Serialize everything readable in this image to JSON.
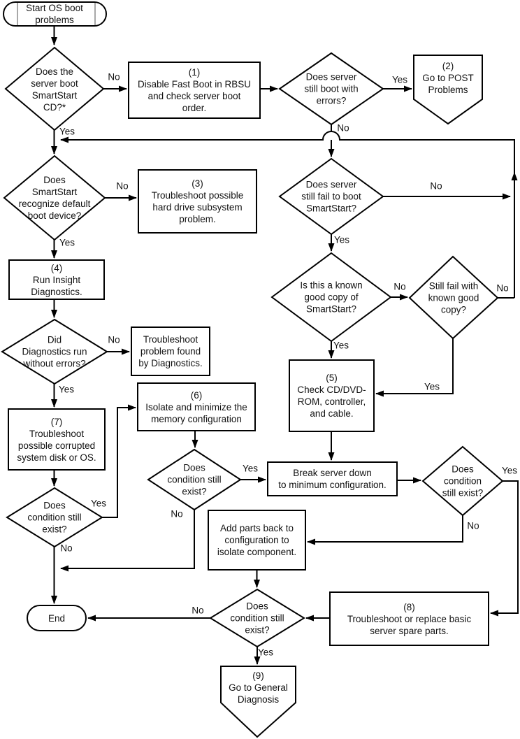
{
  "figure": {
    "kind": "flowchart",
    "topic": "OS boot problems troubleshooting",
    "background_color": "#ffffff",
    "line_color": "#000000",
    "text_color": "#111111"
  },
  "nodes": [
    {
      "id": "start",
      "type": "terminator",
      "label": "Start OS boot\nproblems"
    },
    {
      "id": "q-boot-smartstart-cd",
      "type": "decision",
      "label": "Does the\nserver boot\nSmartStart\nCD?*"
    },
    {
      "id": "step-1",
      "type": "process",
      "num": "(1)",
      "label": "Disable Fast Boot in RBSU\nand check server boot\norder."
    },
    {
      "id": "q-still-boot-errors",
      "type": "decision",
      "label": "Does server\nstill boot with\nerrors?"
    },
    {
      "id": "step-2",
      "type": "offpage",
      "num": "(2)",
      "label": "Go to POST\nProblems"
    },
    {
      "id": "q-recognize-default-boot",
      "type": "decision",
      "label": "Does\nSmartStart\nrecognize default\nboot device?"
    },
    {
      "id": "step-3",
      "type": "process",
      "num": "(3)",
      "label": "Troubleshoot possible\nhard drive subsystem\nproblem."
    },
    {
      "id": "step-4",
      "type": "process",
      "num": "(4)",
      "label": "Run Insight\nDiagnostics."
    },
    {
      "id": "q-diagnostics-without-errors",
      "type": "decision",
      "label": "Did\nDiagnostics run\nwithout errors?"
    },
    {
      "id": "troubleshoot-diagnostics",
      "type": "process",
      "label": "Troubleshoot\nproblem found\nby Diagnostics."
    },
    {
      "id": "step-7",
      "type": "process",
      "num": "(7)",
      "label": "Troubleshoot\npossible corrupted\nsystem disk or OS."
    },
    {
      "id": "q-condition-exist-left",
      "type": "decision",
      "label": "Does\ncondition still\nexist?"
    },
    {
      "id": "step-6",
      "type": "process",
      "num": "(6)",
      "label": "Isolate and minimize the\nmemory configuration"
    },
    {
      "id": "q-condition-exist-mid",
      "type": "decision",
      "label": "Does\ncondition still\nexist?"
    },
    {
      "id": "q-still-fail-boot",
      "type": "decision",
      "label": "Does server\nstill fail to boot\nSmartStart?"
    },
    {
      "id": "q-known-good-copy",
      "type": "decision",
      "label": "Is this a known\ngood copy of\nSmartStart?"
    },
    {
      "id": "q-still-fail-known-good",
      "type": "decision",
      "label": "Still fail with\nknown good\ncopy?"
    },
    {
      "id": "step-5",
      "type": "process",
      "num": "(5)",
      "label": "Check CD/DVD-\nROM, controller,\nand cable."
    },
    {
      "id": "break-server-down",
      "type": "process",
      "label": "Break server down\nto minimum configuration."
    },
    {
      "id": "q-condition-exist-right",
      "type": "decision",
      "label": "Does\ncondition\nstill exist?"
    },
    {
      "id": "add-parts-back",
      "type": "process",
      "label": "Add parts back to\nconfiguration to\nisolate component."
    },
    {
      "id": "step-8",
      "type": "process",
      "num": "(8)",
      "label": "Troubleshoot or replace basic\nserver spare parts."
    },
    {
      "id": "q-condition-exist-bottom",
      "type": "decision",
      "label": "Does\ncondition still\nexist?"
    },
    {
      "id": "end",
      "type": "terminator",
      "label": "End"
    },
    {
      "id": "step-9",
      "type": "offpage",
      "num": "(9)",
      "label": "Go to General\nDiagnosis"
    }
  ],
  "edge_labels": [
    {
      "edge": "boot-cd-to-disable-fast-boot",
      "text": "No"
    },
    {
      "edge": "boot-cd-down",
      "text": "Yes"
    },
    {
      "edge": "still-boot-errors-to-post-problems",
      "text": "Yes"
    },
    {
      "edge": "still-boot-errors-down",
      "text": "No"
    },
    {
      "edge": "recognize-default-to-hard-drive",
      "text": "No"
    },
    {
      "edge": "recognize-default-down",
      "text": "Yes"
    },
    {
      "edge": "still-fail-boot-return",
      "text": "No"
    },
    {
      "edge": "still-fail-boot-down",
      "text": "Yes"
    },
    {
      "edge": "known-good-to-still-fail",
      "text": "No"
    },
    {
      "edge": "still-fail-known-good-return",
      "text": "No"
    },
    {
      "edge": "known-good-down",
      "text": "Yes"
    },
    {
      "edge": "still-fail-known-good-to-check-cd",
      "text": "Yes"
    },
    {
      "edge": "diagnostics-to-troubleshoot-found",
      "text": "No"
    },
    {
      "edge": "diagnostics-down",
      "text": "Yes"
    },
    {
      "edge": "condition-left-to-isolate-memory",
      "text": "Yes"
    },
    {
      "edge": "condition-left-down",
      "text": "No"
    },
    {
      "edge": "condition-mid-to-break-down",
      "text": "Yes"
    },
    {
      "edge": "condition-mid-down",
      "text": "No"
    },
    {
      "edge": "condition-right-to-spare-parts",
      "text": "Yes"
    },
    {
      "edge": "condition-right-to-add-parts",
      "text": "No"
    },
    {
      "edge": "condition-bottom-to-end",
      "text": "No"
    },
    {
      "edge": "condition-bottom-to-general-diagnosis",
      "text": "Yes"
    }
  ]
}
